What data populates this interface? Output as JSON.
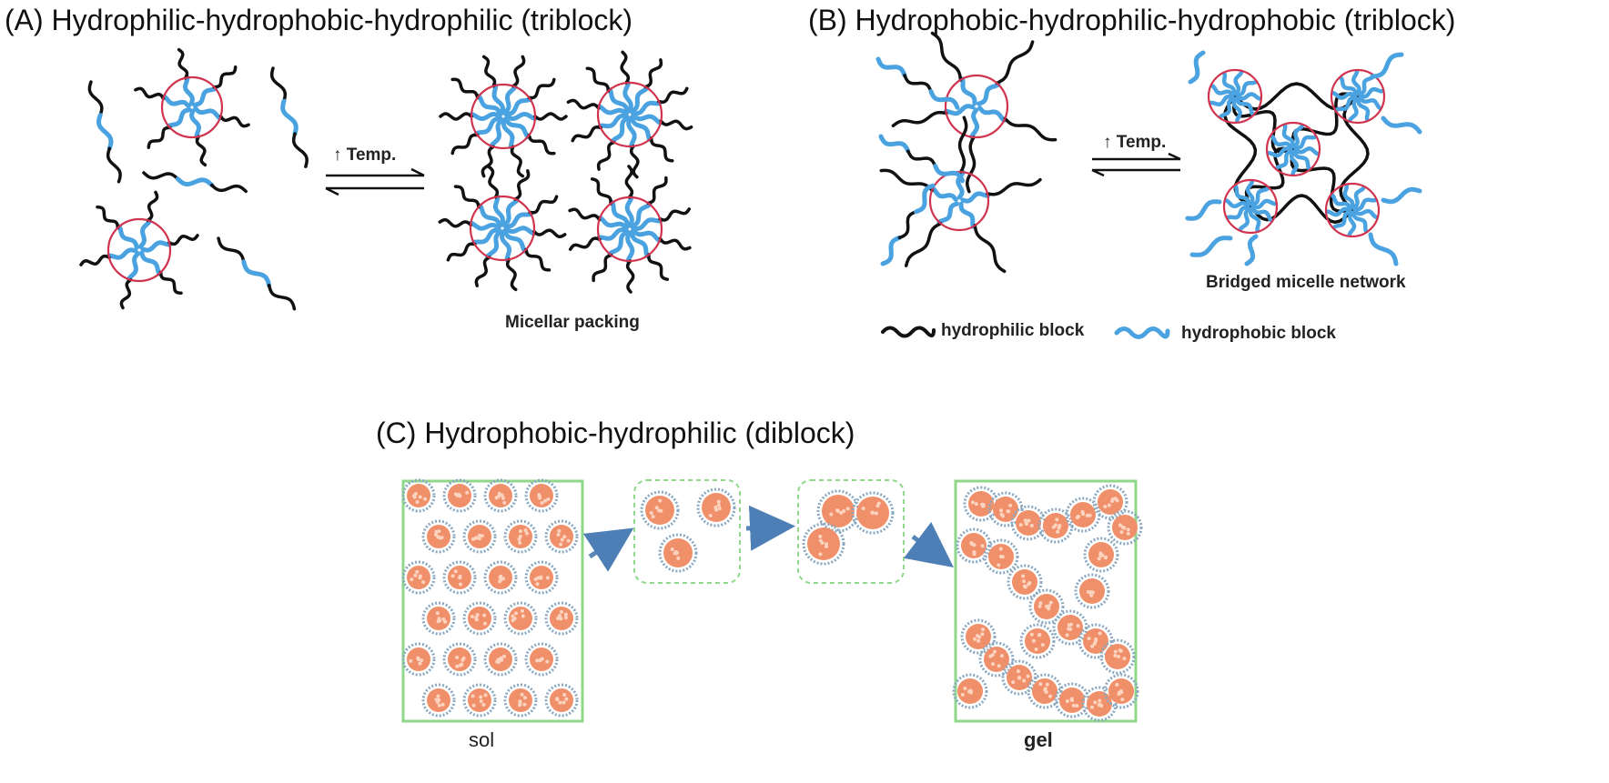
{
  "panels": {
    "a": {
      "title": "(A) Hydrophilic-hydrophobic-hydrophilic (triblock)",
      "arrow_label": "↑ Temp.",
      "caption": "Micellar packing"
    },
    "b": {
      "title": "(B) Hydrophobic-hydrophilic-hydrophobic (triblock)",
      "arrow_label": "↑ Temp.",
      "caption": "Bridged micelle network",
      "legend": {
        "hydrophilic": "hydrophilic block",
        "hydrophobic": "hydrophobic block"
      }
    },
    "c": {
      "title": "(C) Hydrophobic-hydrophilic (diblock)",
      "sol_label": "sol",
      "gel_label": "gel"
    }
  },
  "colors": {
    "hydrophilic": "#111111",
    "hydrophobic": "#4aa3e0",
    "micelle_outline": "#d0344e",
    "frame": "#8fd88a",
    "particle_core": "#f0906a",
    "particle_shell": "#8aa8c0",
    "arrow_blue": "#5a86b8"
  }
}
